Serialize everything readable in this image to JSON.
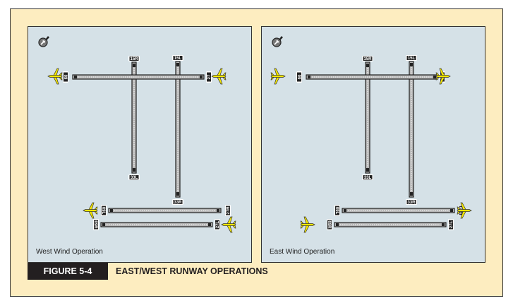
{
  "figure": {
    "number_label": "FIGURE 5-4",
    "title": "EAST/WEST RUNWAY OPERATIONS"
  },
  "colors": {
    "background": "#fdedc0",
    "panel": "#d5e1e7",
    "aircraft": "#f5e800",
    "caption_bar": "#231f20"
  },
  "panels": [
    {
      "label": "West Wind Operation",
      "aircraft_heading": "west",
      "runways": {
        "top_west": "09",
        "top_east": "27",
        "v1_north": "15R",
        "v1_south": "33L",
        "v2_north": "15L",
        "v2_south": "33R",
        "b1_west": "09L",
        "b1_east": "27R",
        "b2_west": "09R",
        "b2_east": "27L"
      }
    },
    {
      "label": "East Wind Operation",
      "aircraft_heading": "east",
      "runways": {
        "top_west": "09",
        "top_east": "27",
        "v1_north": "15R",
        "v1_south": "33L",
        "v2_north": "15L",
        "v2_south": "33R",
        "b1_west": "09L",
        "b1_east": "27R",
        "b2_west": "09R",
        "b2_east": "27L"
      }
    }
  ],
  "icons": {
    "compass": "north-arrow-icon",
    "aircraft": "airplane-icon"
  }
}
